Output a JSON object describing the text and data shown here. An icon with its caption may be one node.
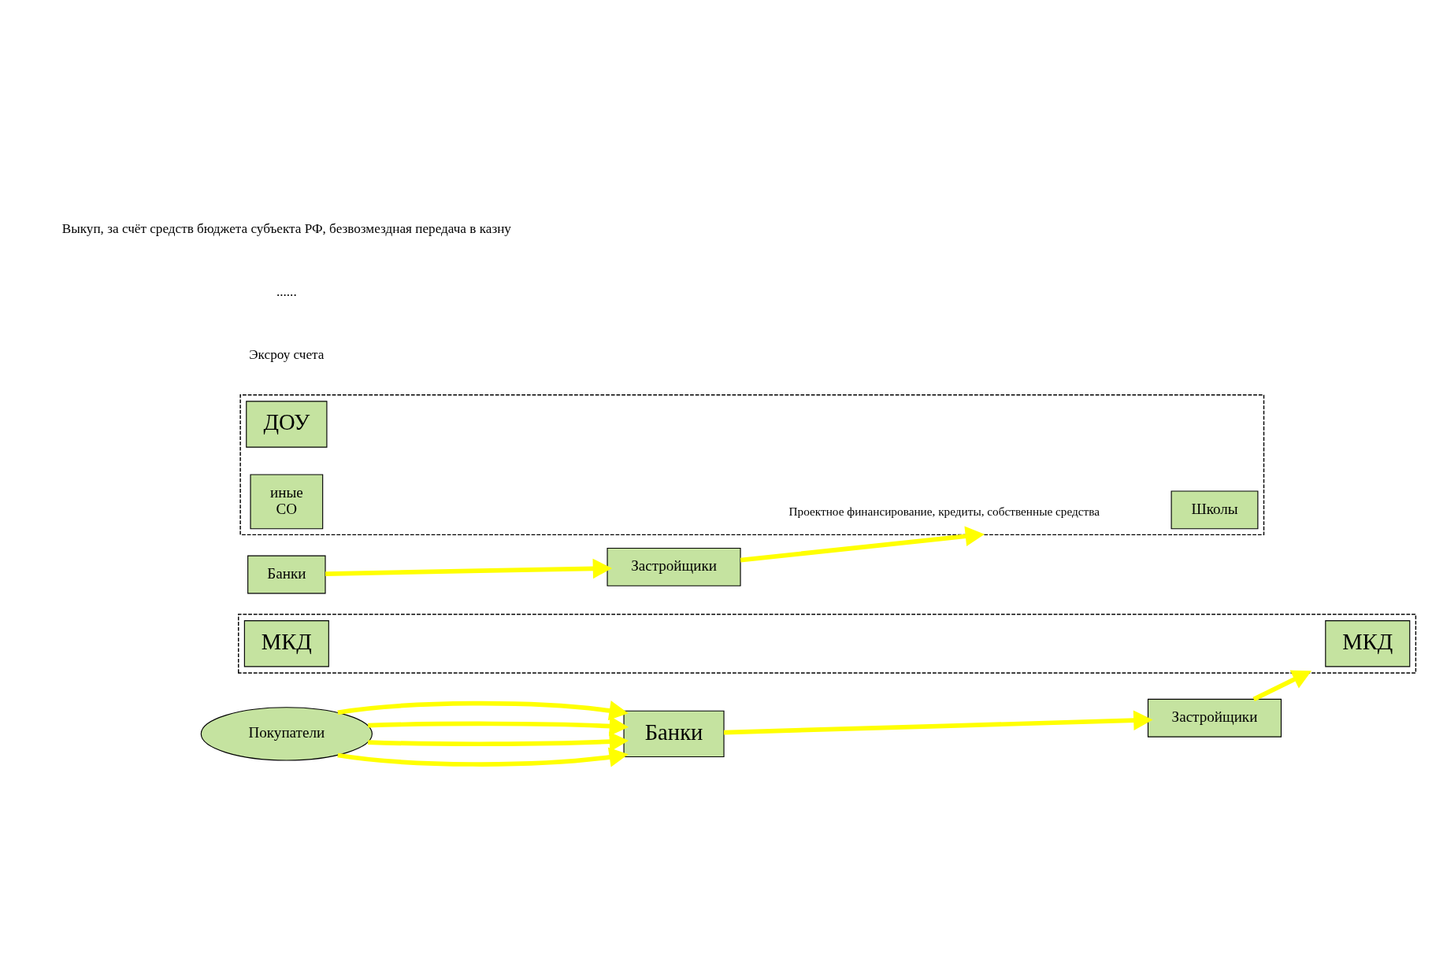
{
  "diagram": {
    "nodes": [
      {
        "text": [
          "Застройщики"
        ]
      },
      {
        "text": [
          "Банки"
        ]
      },
      {
        "text": [
          "Покупатели"
        ]
      },
      {
        "text": [],
        "shape": "box"
      },
      {
        "text": [
          "МКД"
        ],
        "in": 3
      },
      {
        "text": [
          "МКД"
        ],
        "in": 3
      },
      {
        "text": [],
        "shape": "box"
      },
      {
        "text": [
          "Школы"
        ],
        "in": 6
      },
      {
        "text": [
          "ДОУ"
        ],
        "in": 6
      },
      {
        "text": [
          "иные",
          "СО"
        ],
        "in": 6
      },
      {
        "text": [
          "Застройщики"
        ]
      },
      {
        "text": [
          "Банки"
        ]
      }
    ],
    "edges": [
      {
        "from": 1,
        "to": 0,
        "arrow": "to",
        "color": "#ffff00"
      },
      {
        "from": 2,
        "to": 1,
        "arrow": "to",
        "color": "#ffff00"
      },
      {
        "from": 2,
        "to": 1,
        "arrow": "to",
        "color": "#ffff00"
      },
      {
        "from": 2,
        "to": 1,
        "arrow": "to",
        "color": "#ffff00"
      },
      {
        "from": 2,
        "to": 1,
        "arrow": "to",
        "color": "#ffff00"
      },
      {
        "from": 0,
        "to": 3,
        "arrow": "to",
        "color": "#ffff00"
      },
      {
        "from": 11,
        "to": 10,
        "arrow": "to",
        "color": "#ffff00"
      },
      {
        "from": 10,
        "to": 6,
        "arrow": "to",
        "color": "#ffff00",
        "label": "Проектное финансирование, кредиты, собственные средства"
      }
    ],
    "labels": [
      "Эксроу счета",
      "......",
      "Выкуп, за счёт средств бюджета субъекта РФ, безвозмездная передача в казну"
    ]
  }
}
